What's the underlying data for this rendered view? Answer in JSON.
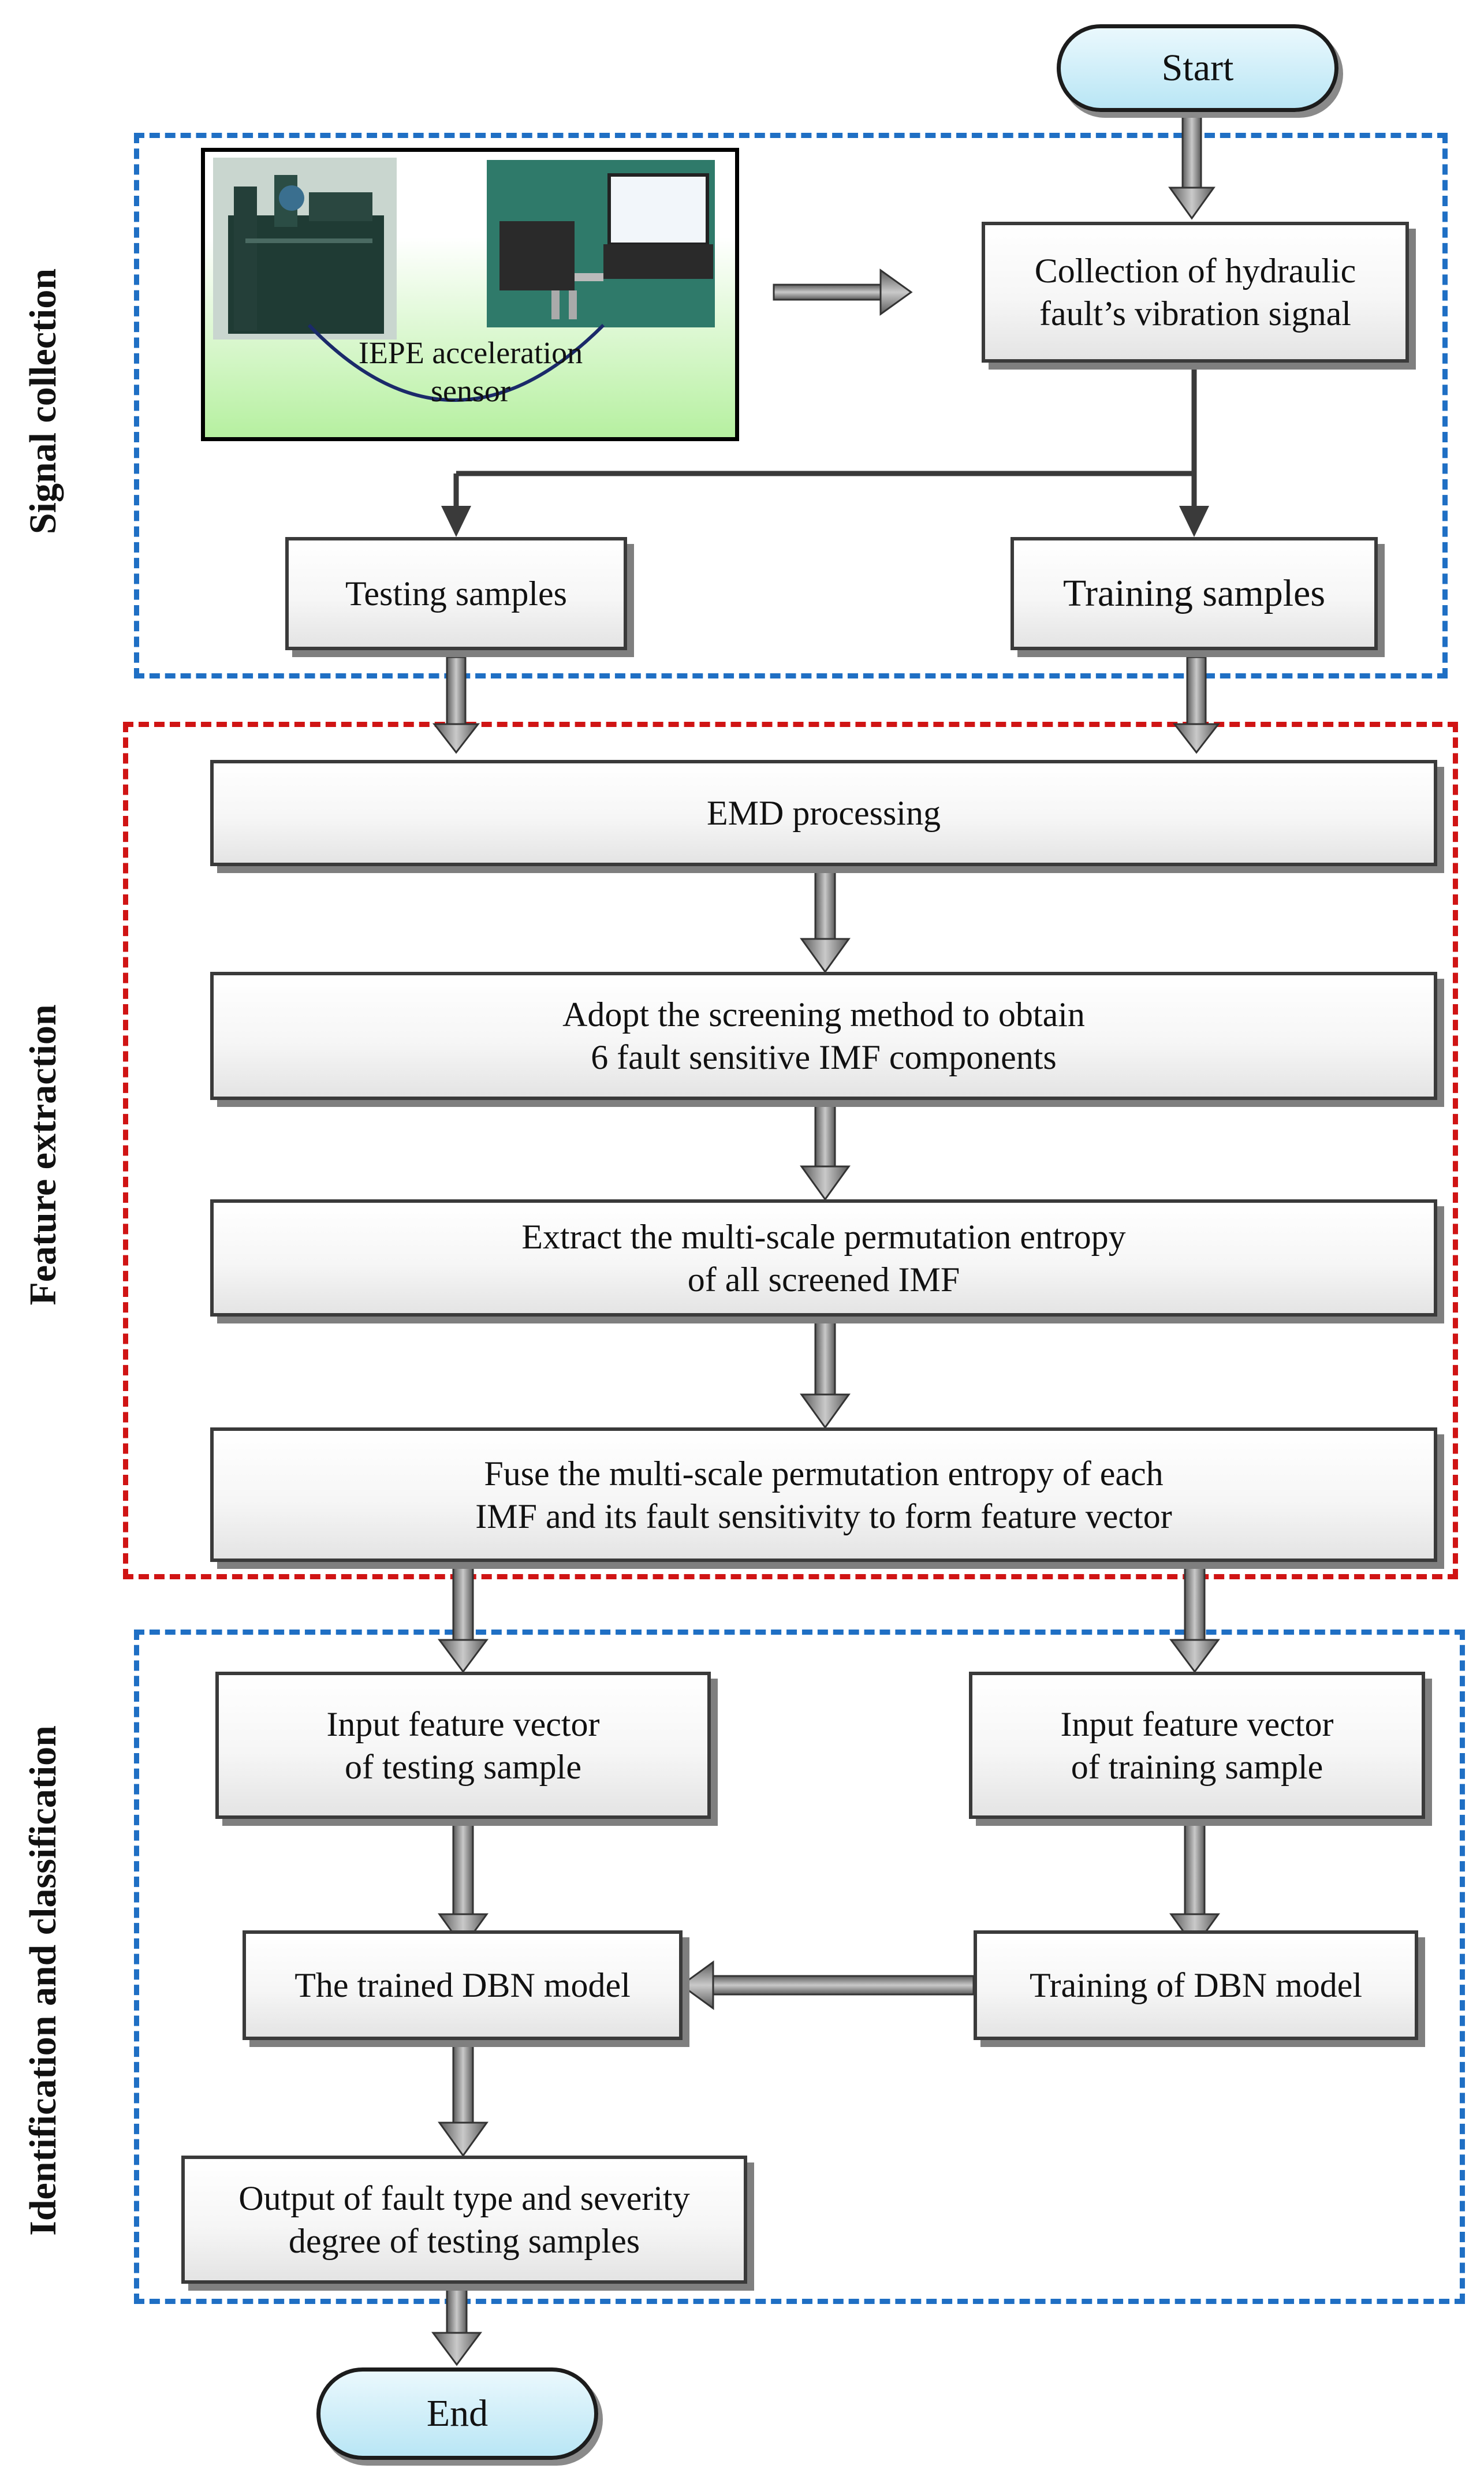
{
  "terminals": {
    "start": "Start",
    "end": "End"
  },
  "sections": {
    "signal_collection": "Signal collection",
    "feature_extraction": "Feature extraction",
    "identification": "Identification and classification"
  },
  "photo": {
    "sensor_label": "IEPE acceleration\nsensor"
  },
  "boxes": {
    "collection": "Collection of hydraulic\nfault’s vibration signal",
    "testing_samples": "Testing samples",
    "training_samples": "Training samples",
    "emd": "EMD processing",
    "screening": "Adopt the screening method to obtain\n6 fault sensitive IMF components",
    "mpe": "Extract the multi-scale permutation entropy\nof all screened IMF",
    "fuse": "Fuse the multi-scale permutation entropy of each\nIMF and its fault sensitivity to form feature vector",
    "input_test": "Input feature vector\nof testing  sample",
    "input_train": "Input feature vector\nof training  sample",
    "trained_dbn": "The trained DBN model",
    "training_dbn": "Training  of DBN model",
    "output": "Output of  fault type and severity\ndegree of testing samples"
  },
  "colors": {
    "blue_region": "#1f6fc4",
    "red_region": "#d01414",
    "terminal_fill": "#b9e6f5",
    "arrow_gray": "#7a7a7a"
  }
}
